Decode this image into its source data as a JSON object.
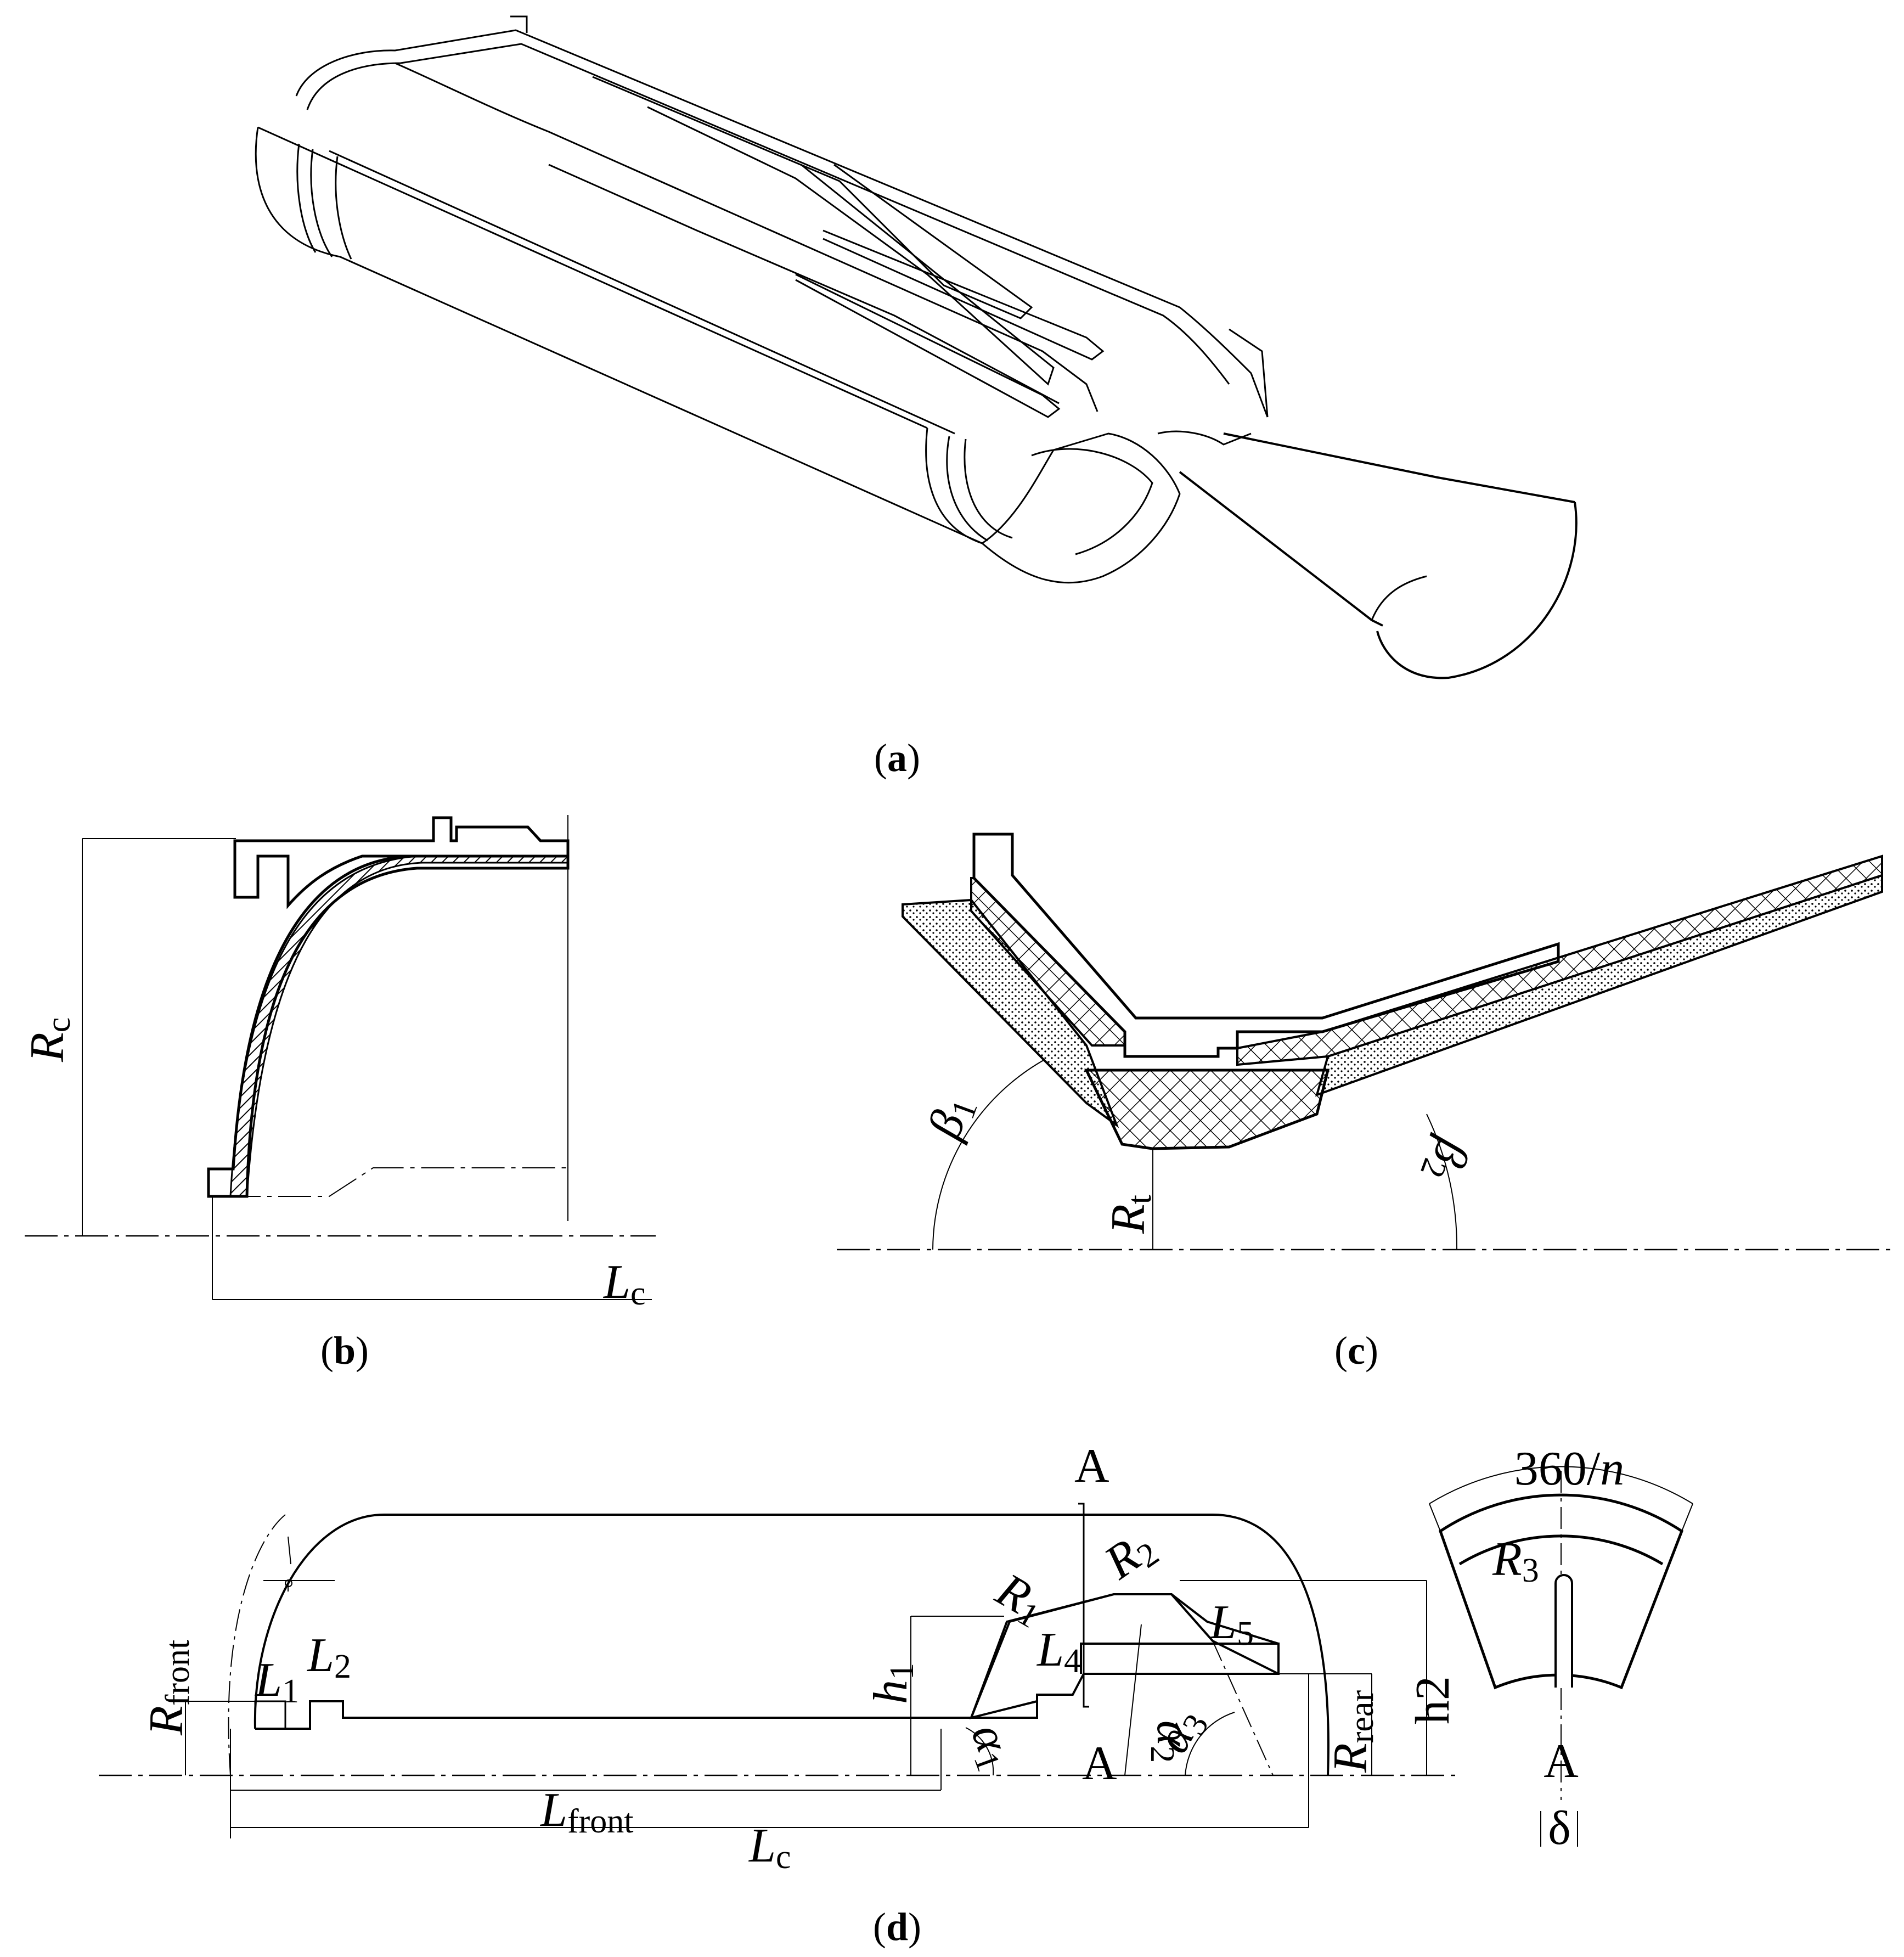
{
  "captions": {
    "a": {
      "open": "(",
      "letter": "a",
      "close": ")"
    },
    "b": {
      "open": "(",
      "letter": "b",
      "close": ")"
    },
    "c": {
      "open": "(",
      "letter": "c",
      "close": ")"
    },
    "d": {
      "open": "(",
      "letter": "d",
      "close": ")"
    }
  },
  "panel_b": {
    "Rc": {
      "main": "R",
      "sub": "c"
    },
    "Lc": {
      "main": "L",
      "sub": "c"
    }
  },
  "panel_c": {
    "beta1": {
      "main": "β",
      "sub": "1"
    },
    "beta2": {
      "main": "β",
      "sub": "2"
    },
    "Rt": {
      "main": "R",
      "sub": "t"
    }
  },
  "panel_d": {
    "Rfront": {
      "main": "R",
      "sub": "front"
    },
    "L1": {
      "main": "L",
      "sub": "1"
    },
    "L2": {
      "main": "L",
      "sub": "2"
    },
    "h1": {
      "main": "h",
      "sub": "1"
    },
    "R1": {
      "main": "R",
      "sub": "1"
    },
    "L4": {
      "main": "L",
      "sub": "4"
    },
    "R2": {
      "main": "R",
      "sub": "2"
    },
    "L5": {
      "main": "L",
      "sub": "5"
    },
    "a1": {
      "main": "α",
      "sub": "1"
    },
    "a2": {
      "main": "α",
      "sub": "2"
    },
    "a3": {
      "main": "α",
      "sub": "3"
    },
    "A_top": "A",
    "A_bottom": "A",
    "Rrear": {
      "main": "R",
      "sub": "rear"
    },
    "h2": "h2",
    "Lfront": {
      "main": "L",
      "sub": "front"
    },
    "Lc": {
      "main": "L",
      "sub": "c"
    }
  },
  "section_aa": {
    "angle": {
      "num": "360/",
      "var": "n"
    },
    "R3": {
      "main": "R",
      "sub": "3"
    },
    "A": "A",
    "delta": "δ"
  }
}
